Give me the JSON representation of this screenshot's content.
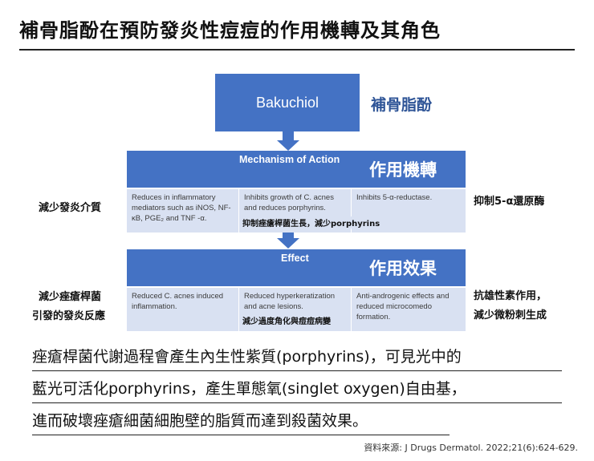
{
  "title": "補骨脂酚在預防發炎性痘痘的作用機轉及其角色",
  "diagram": {
    "top_box": "Bakuchiol",
    "top_box_zh": "補骨脂酚",
    "mechanism_header": "Mechanism of Action",
    "mechanism_header_zh": "作用機轉",
    "mechanism_cells": [
      "Reduces in inflammatory mediators such as iNOS, NF-κB, PGE₂ and TNF -α.",
      "Inhibits growth of C. acnes and reduces porphyrins.",
      "Inhibits 5-α-reductase."
    ],
    "mechanism_annotation": "抑制痤瘡桿菌生長，減少porphyrins",
    "effect_header": "Effect",
    "effect_header_zh": "作用效果",
    "effect_cells": [
      "Reduced C. acnes induced inflammation.",
      "Reduced hyperkeratization and acne lesions.",
      "Anti-androgenic effects and reduced microcomedo formation."
    ],
    "effect_annotation": "減少過度角化與痘痘病變",
    "left_labels": [
      "減少發炎介質",
      "減少痤瘡桿菌",
      "引發的發炎反應"
    ],
    "right_labels": [
      "抑制5-α還原酶",
      "抗雄性素作用，",
      "減少微粉刺生成"
    ]
  },
  "paragraph": [
    "痤瘡桿菌代謝過程會產生內生性紫質(porphyrins)，可見光中的",
    "藍光可活化porphyrins，產生單態氧(singlet oxygen)自由基，",
    "進而破壞痤瘡細菌細胞壁的脂質而達到殺菌效果。"
  ],
  "source": "資料來源: J Drugs Dermatol. 2022;21(6):624-629."
}
